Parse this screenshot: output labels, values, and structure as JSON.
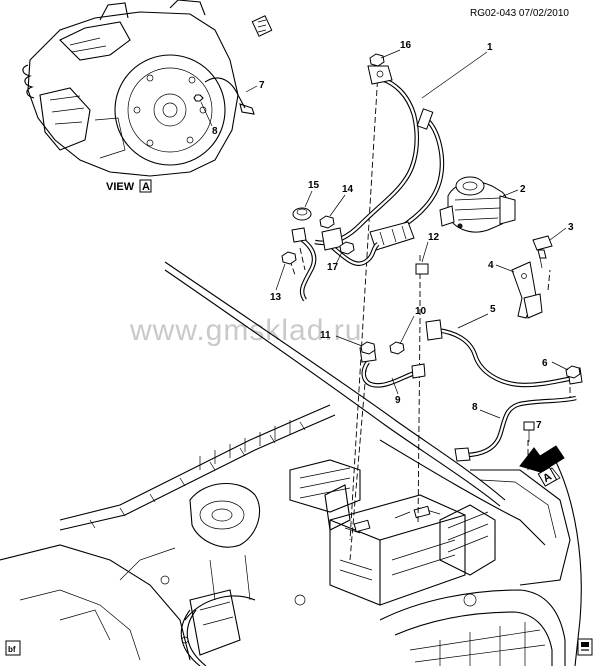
{
  "header": {
    "code": "RG02-043 07/02/2010"
  },
  "watermark": "www.gmsklad.ru",
  "view": {
    "label": "VIEW",
    "letter": "A"
  },
  "arrow_letter": "A",
  "callouts": [
    "1",
    "2",
    "3",
    "4",
    "5",
    "6",
    "7",
    "8",
    "9",
    "10",
    "11",
    "12",
    "13",
    "14",
    "15",
    "16",
    "17",
    "7",
    "8"
  ],
  "corner_left": "bf",
  "corner_right": ""
}
